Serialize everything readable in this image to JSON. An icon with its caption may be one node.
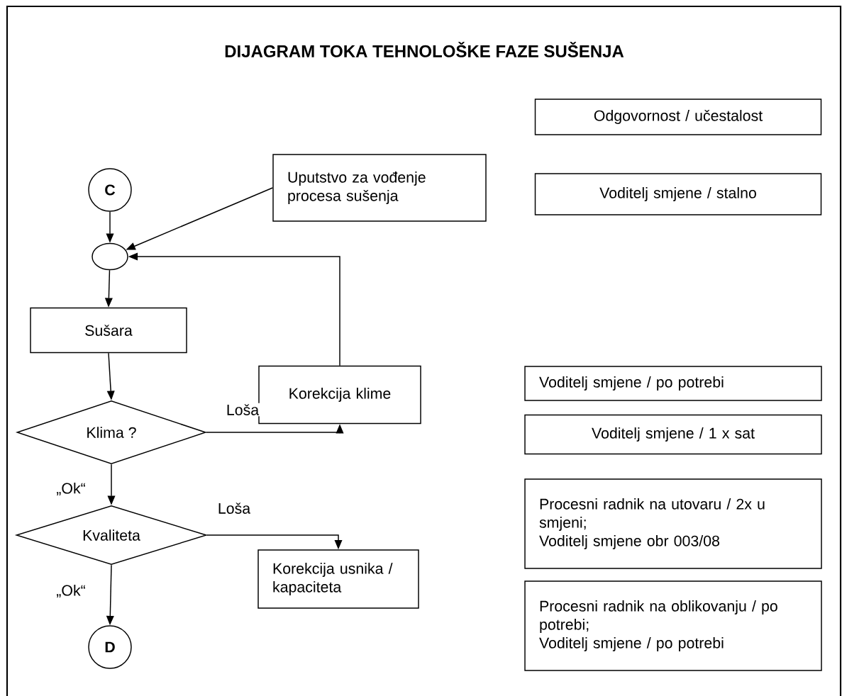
{
  "diagram": {
    "title": "DIJAGRAM TOKA TEHNOLOŠKE FAZE SUŠENJA",
    "nodes": [
      {
        "text": [
          "C"
        ]
      },
      {
        "text": [],
        "shape": "circle"
      },
      {
        "text": [
          "Uputstvo za vođenje procesa sušenja"
        ]
      },
      {
        "text": [
          "Sušara"
        ]
      },
      {
        "text": [
          "Klima ?"
        ]
      },
      {
        "text": [
          "Korekcija klime"
        ]
      },
      {
        "text": [
          "Kvaliteta"
        ]
      },
      {
        "text": [
          "Korekcija usnika / kapaciteta"
        ]
      },
      {
        "text": [
          "D"
        ]
      },
      {
        "text": [
          "Odgovornost / učestalost"
        ]
      },
      {
        "text": [
          "Voditelj smjene / stalno"
        ]
      },
      {
        "text": [
          "Voditelj smjene  / po potrebi"
        ]
      },
      {
        "text": [
          "Voditelj smjene / 1 x sat"
        ]
      },
      {
        "text": [
          "Procesni radnik na utovaru / 2x u smjeni;",
          "Voditelj smjene obr 003/08"
        ]
      },
      {
        "text": [
          "Procesni radnik na oblikovanju / po potrebi;",
          "Voditelj smjene / po potrebi"
        ]
      }
    ],
    "edges": [
      {
        "from": 0,
        "to": 1,
        "arrow": "to"
      },
      {
        "from": 2,
        "to": 1,
        "arrow": "to"
      },
      {
        "from": 5,
        "to": 1,
        "arrow": "to"
      },
      {
        "from": 1,
        "to": 3,
        "arrow": "to"
      },
      {
        "from": 3,
        "to": 4,
        "arrow": "to"
      },
      {
        "from": 4,
        "to": 5,
        "arrow": "to",
        "label": "Loša"
      },
      {
        "from": 4,
        "to": 6,
        "arrow": "to",
        "label": "„Ok“"
      },
      {
        "from": 6,
        "to": 7,
        "arrow": "to",
        "label": "Loša"
      },
      {
        "from": 6,
        "to": 8,
        "arrow": "to",
        "label": "„Ok“"
      }
    ]
  }
}
